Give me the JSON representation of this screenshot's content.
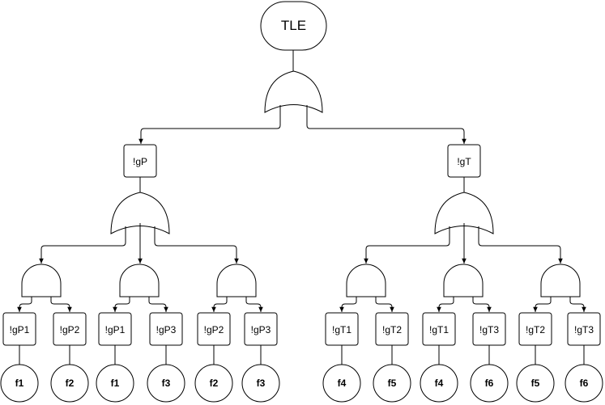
{
  "top_event": {
    "label": "TLE"
  },
  "gates": {
    "top": {
      "kind": "or"
    },
    "gP": {
      "kind": "or"
    },
    "gT": {
      "kind": "or"
    },
    "p_and_1": {
      "kind": "and"
    },
    "p_and_2": {
      "kind": "and"
    },
    "p_and_3": {
      "kind": "and"
    },
    "t_and_1": {
      "kind": "and"
    },
    "t_and_2": {
      "kind": "and"
    },
    "t_and_3": {
      "kind": "and"
    }
  },
  "intermediate_events": {
    "gP": {
      "label": "!gP"
    },
    "gT": {
      "label": "!gT"
    }
  },
  "sub_events": {
    "p1a": {
      "label": "!gP1"
    },
    "p2a": {
      "label": "!gP2"
    },
    "p1b": {
      "label": "!gP1"
    },
    "p3b": {
      "label": "!gP3"
    },
    "p2c": {
      "label": "!gP2"
    },
    "p3c": {
      "label": "!gP3"
    },
    "t1a": {
      "label": "!gT1"
    },
    "t2a": {
      "label": "!gT2"
    },
    "t1b": {
      "label": "!gT1"
    },
    "t3b": {
      "label": "!gT3"
    },
    "t2c": {
      "label": "!gT2"
    },
    "t3c": {
      "label": "!gT3"
    }
  },
  "basic_events": {
    "p1a": {
      "label": "f1"
    },
    "p2a": {
      "label": "f2"
    },
    "p1b": {
      "label": "f1"
    },
    "p3b": {
      "label": "f3"
    },
    "p2c": {
      "label": "f2"
    },
    "p3c": {
      "label": "f3"
    },
    "t1a": {
      "label": "f4"
    },
    "t2a": {
      "label": "f5"
    },
    "t1b": {
      "label": "f4"
    },
    "t3b": {
      "label": "f6"
    },
    "t2c": {
      "label": "f5"
    },
    "t3c": {
      "label": "f6"
    }
  },
  "colors": {
    "stroke": "#000000",
    "fill": "#ffffff",
    "text": "#000000"
  }
}
